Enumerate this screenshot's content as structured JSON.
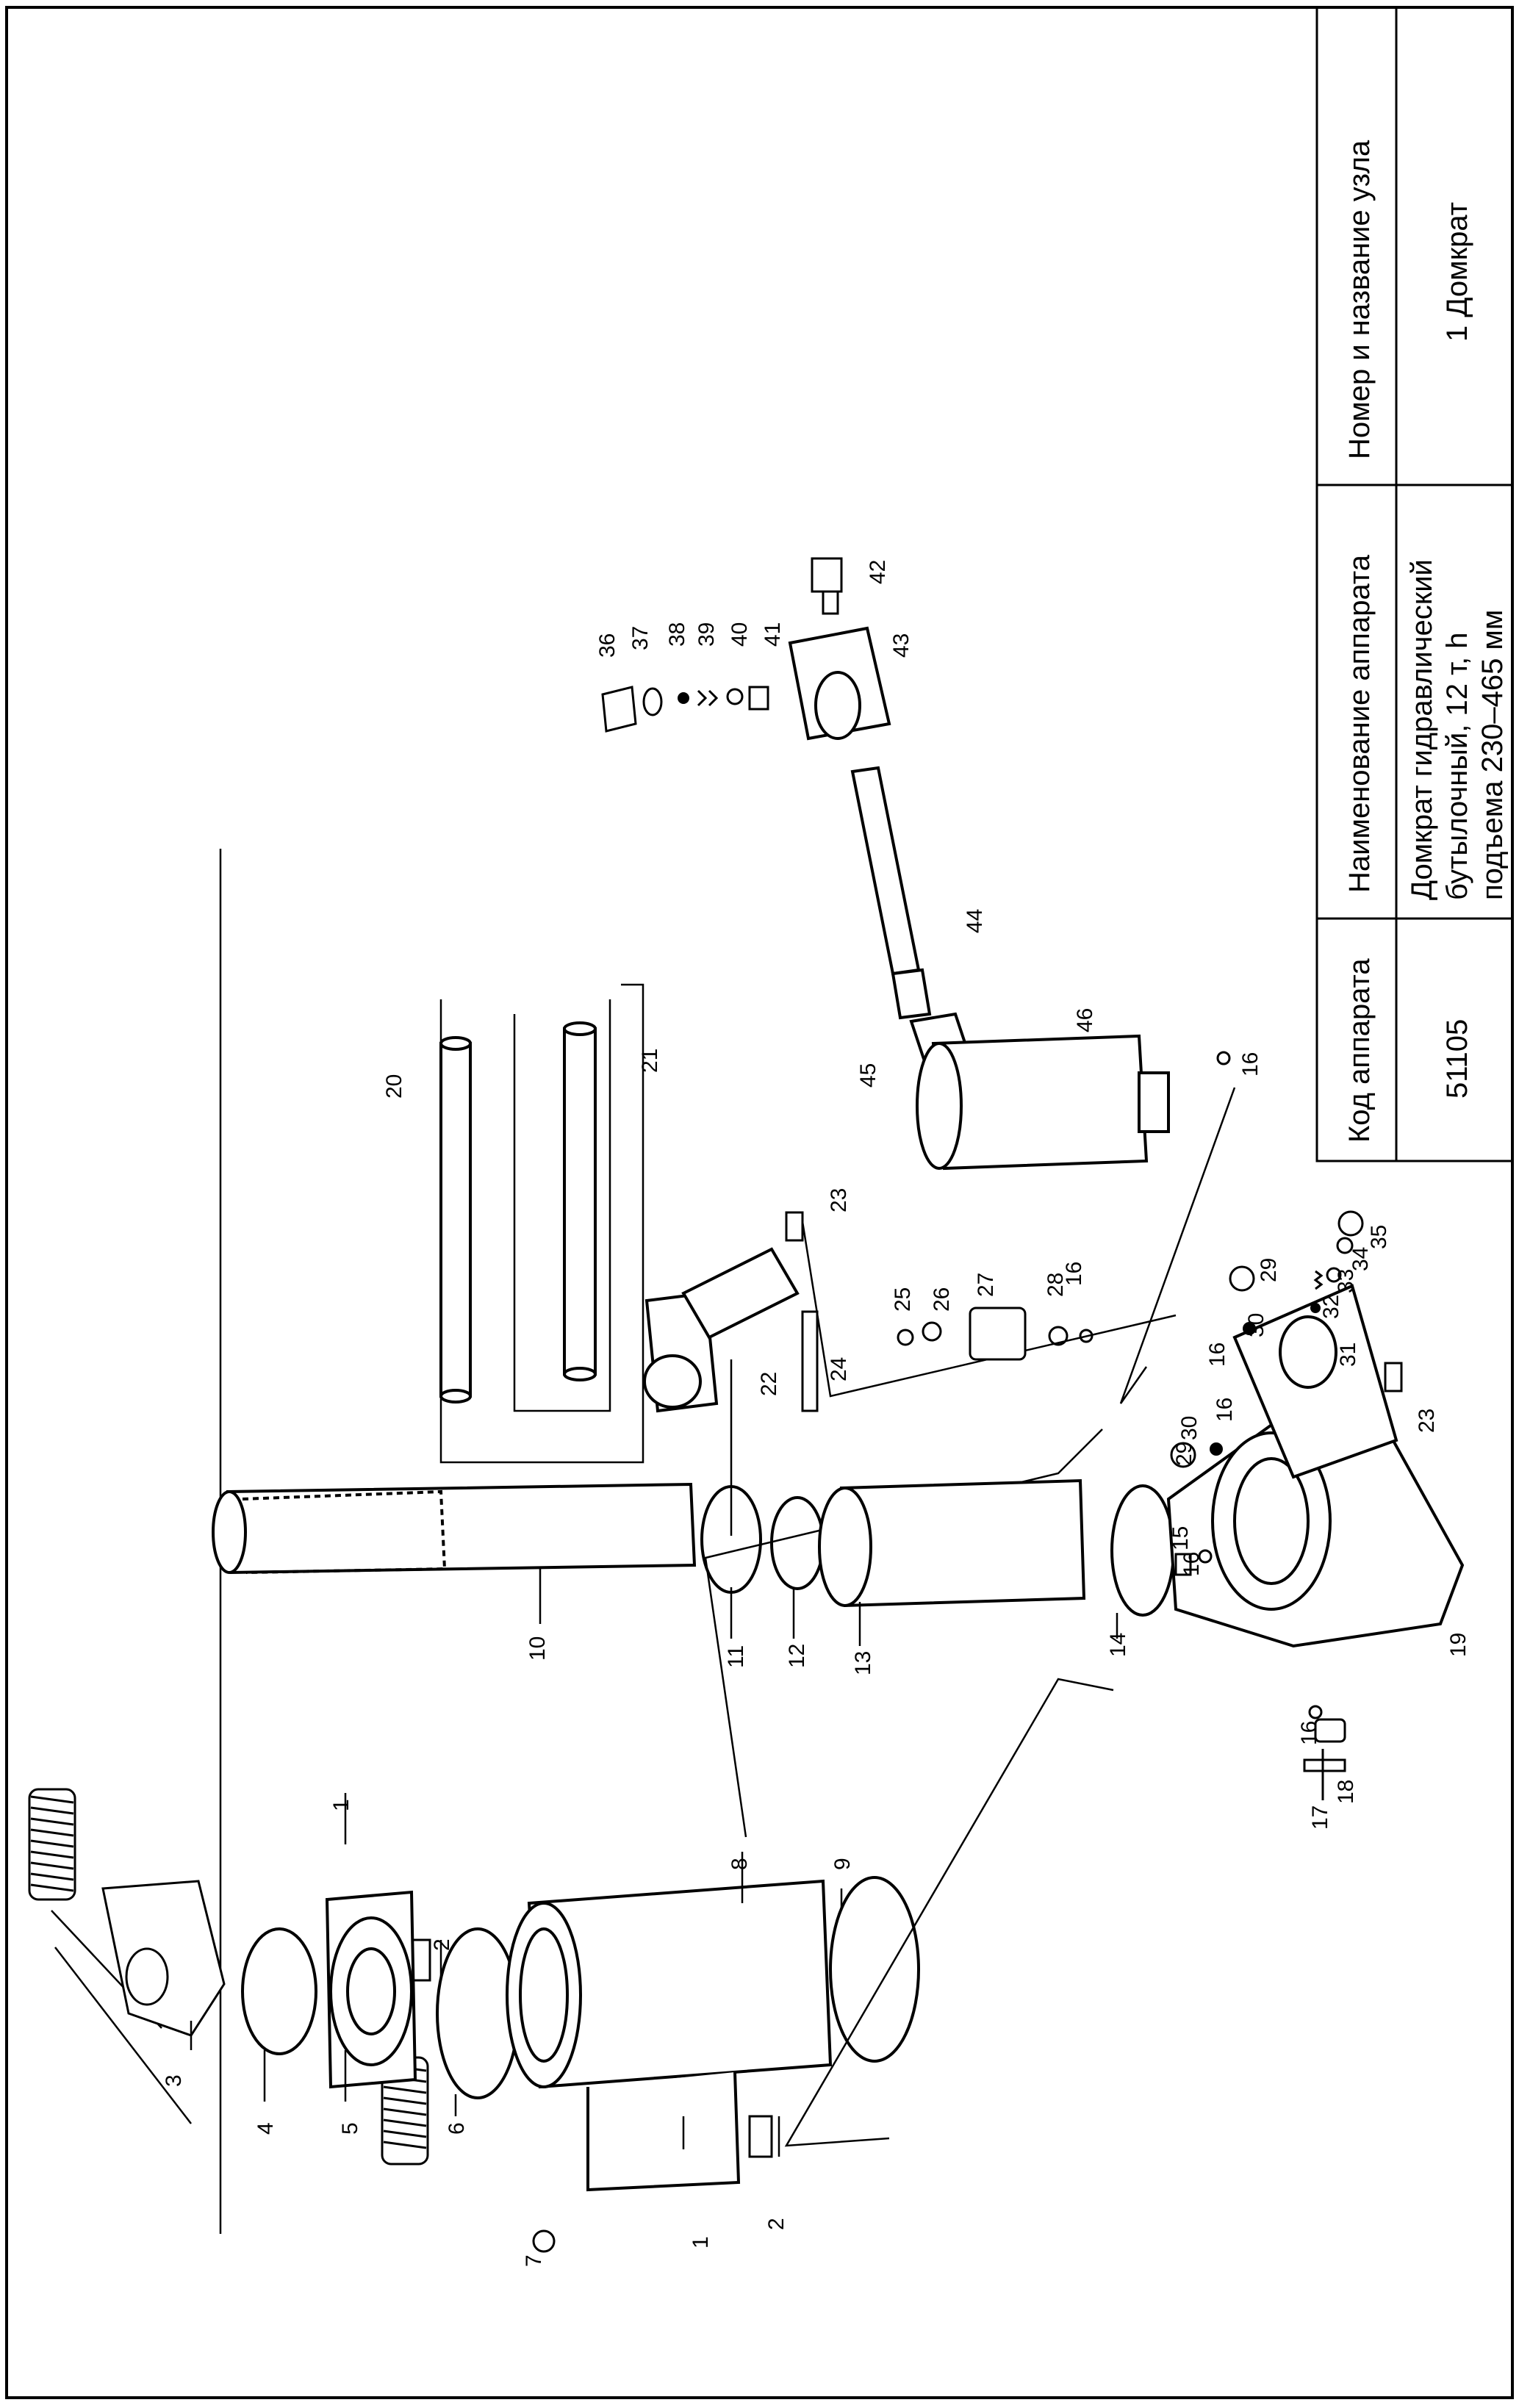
{
  "table": {
    "headers": [
      "Код аппарата",
      "Наименование аппарата",
      "Номер и название узла"
    ],
    "code": "51105",
    "name_lines": [
      "Домкрат гидравлический",
      "бутылочный, 12 т, h",
      "подъема 230–465 мм"
    ],
    "unit": "1 Домкрат"
  },
  "part_numbers": [
    "1",
    "2",
    "3",
    "4",
    "5",
    "6",
    "7",
    "8",
    "9",
    "10",
    "11",
    "12",
    "13",
    "14",
    "15",
    "16",
    "17",
    "18",
    "19",
    "20",
    "21",
    "22",
    "23",
    "24",
    "25",
    "26",
    "27",
    "28",
    "29",
    "30",
    "31",
    "32",
    "33",
    "34",
    "35",
    "36",
    "37",
    "38",
    "39",
    "40",
    "41",
    "42",
    "43",
    "44",
    "45",
    "46"
  ]
}
